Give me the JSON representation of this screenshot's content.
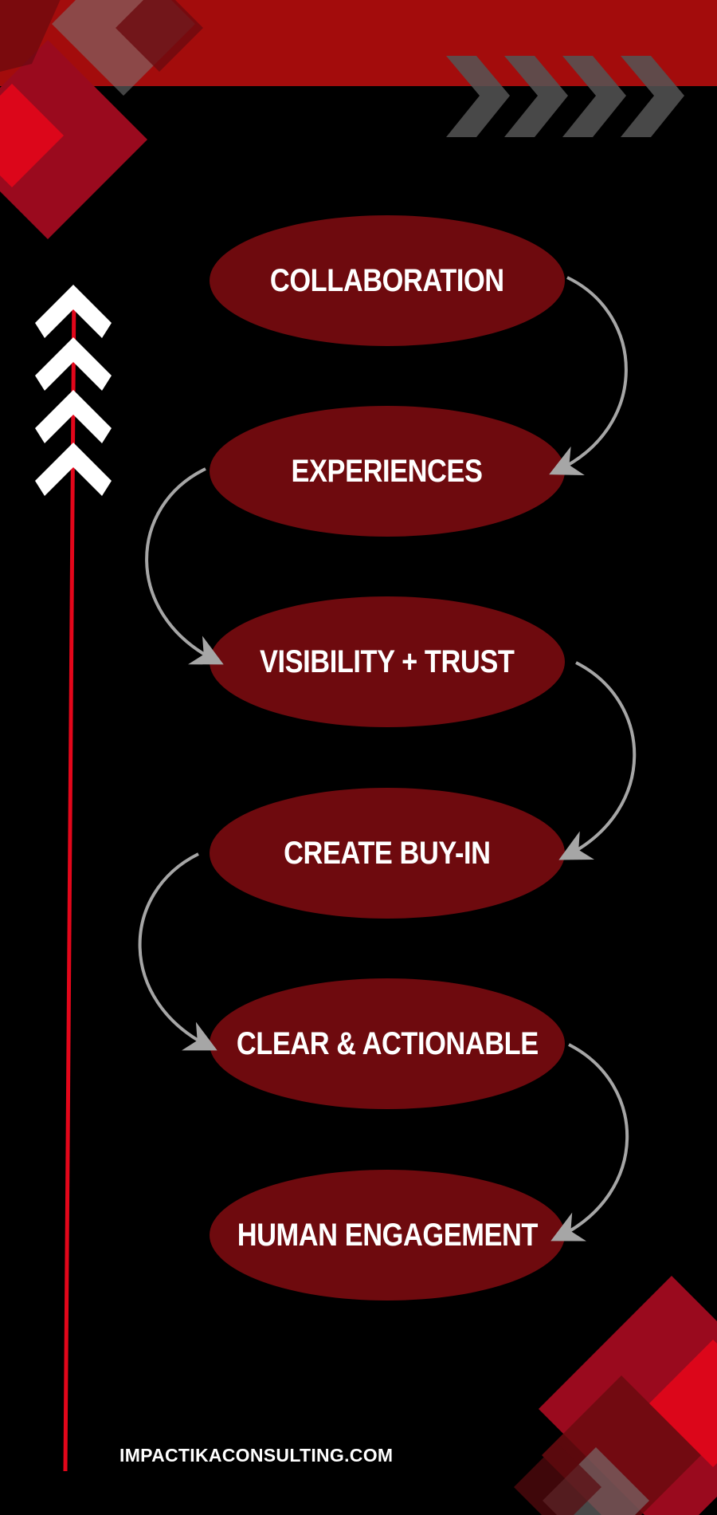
{
  "nodes": [
    {
      "label": "COLLABORATION"
    },
    {
      "label": "EXPERIENCES"
    },
    {
      "label": "VISIBILITY + TRUST"
    },
    {
      "label": "CREATE BUY-IN"
    },
    {
      "label": "CLEAR & ACTIONABLE"
    },
    {
      "label": "HUMAN ENGAGEMENT"
    }
  ],
  "footer": {
    "url": "IMPACTIKACONSULTING.COM"
  },
  "colors": {
    "background": "#000000",
    "top_band": "#a30c0c",
    "node_fill": "#6e0a0e",
    "node_text": "#ffffff",
    "arrow": "#a6a6a6",
    "accent_red": "#e3061a",
    "chevron_gray": "#4a4a4a"
  },
  "icons": {
    "up_chevrons": "chevron-up-icon",
    "right_chevrons": "chevron-right-icon",
    "flow_arrows": "curved-arrow-icon"
  }
}
